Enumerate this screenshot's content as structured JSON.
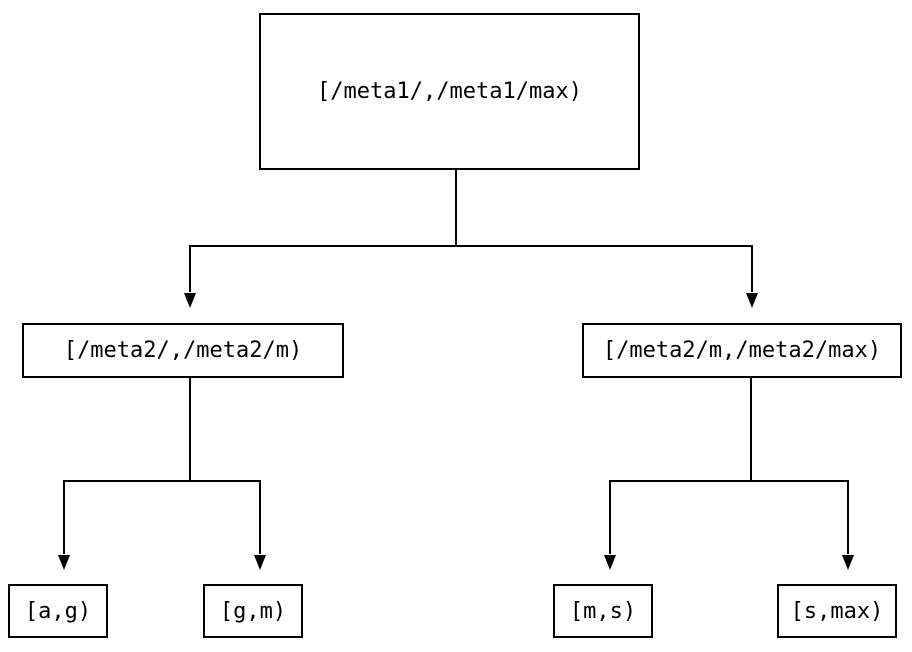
{
  "diagram": {
    "type": "tree",
    "nodes": {
      "root": {
        "label": "[/meta1/,/meta1/max)"
      },
      "left": {
        "label": "[/meta2/,/meta2/m)"
      },
      "right": {
        "label": "[/meta2/m,/meta2/max)"
      },
      "left_left": {
        "label": "[a,g)"
      },
      "left_right": {
        "label": "[g,m)"
      },
      "right_left": {
        "label": "[m,s)"
      },
      "right_right": {
        "label": "[s,max)"
      }
    },
    "edges": [
      {
        "from": "root",
        "to": "left"
      },
      {
        "from": "root",
        "to": "right"
      },
      {
        "from": "left",
        "to": "left_left"
      },
      {
        "from": "left",
        "to": "left_right"
      },
      {
        "from": "right",
        "to": "right_left"
      },
      {
        "from": "right",
        "to": "right_right"
      }
    ],
    "colors": {
      "line": "#000000",
      "box_border": "#000000",
      "box_fill": "#ffffff",
      "text": "#000000",
      "background": "#ffffff"
    }
  }
}
